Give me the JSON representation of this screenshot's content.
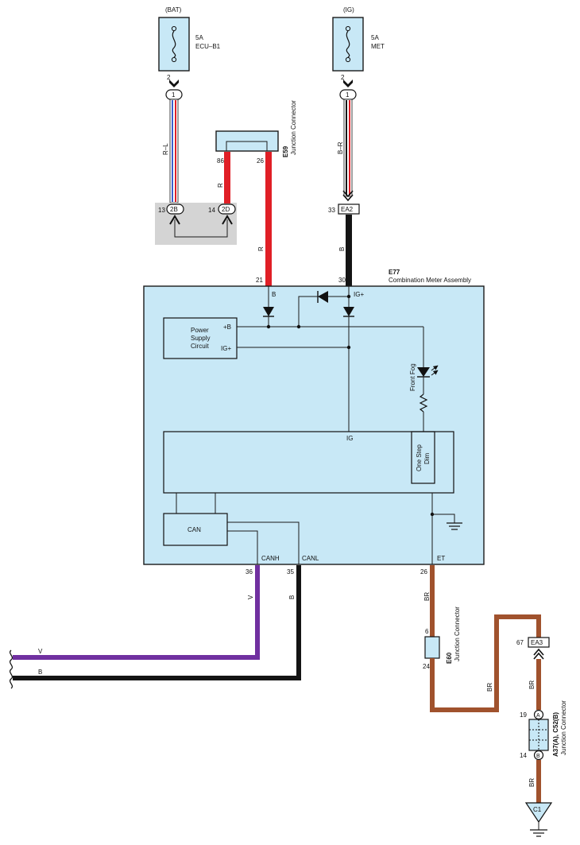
{
  "colors": {
    "component_fill": "#c8e8f6",
    "splice_box": "#d4d4d4",
    "wire_red": "#e01f26",
    "wire_black": "#141414",
    "wire_violet": "#7030a0",
    "wire_brown": "#a0522d",
    "wire_rl_red": "#e01f26",
    "wire_rl_blue": "#3a5fcd",
    "wire_br_red": "#e01f26"
  },
  "fuses": {
    "bat": {
      "source": "(BAT)",
      "rating": "5A",
      "name": "ECU–B1",
      "pin": "2",
      "connector": "1",
      "icon": "fuse-icon"
    },
    "ig": {
      "source": "(IG)",
      "rating": "5A",
      "name": "MET",
      "pin": "2",
      "connector": "1",
      "icon": "fuse-icon"
    }
  },
  "wires": {
    "rl": "R–L",
    "r_86": "R",
    "r_main": "R",
    "br_ig": "B–R",
    "b_ig": "B",
    "v_can": "V",
    "b_can": "B",
    "br_et": "BR",
    "br_loop": "BR",
    "br_right1": "BR",
    "br_right2": "BR",
    "v_left": "V",
    "b_left": "B"
  },
  "junction_e59": {
    "id": "E59",
    "name": "Junction Connector",
    "pin_left": "86",
    "pin_right": "26"
  },
  "splices": {
    "left": {
      "pin": "13",
      "label": "2B"
    },
    "right": {
      "pin": "14",
      "label": "2D"
    }
  },
  "connector_ea2": {
    "pin": "33",
    "label": "EA2"
  },
  "meter": {
    "id": "E77",
    "name": "Combination Meter Assembly",
    "pin_b": "21",
    "pin_ig": "30",
    "term_b": "B",
    "term_ig": "IG+",
    "psu_label": "Power Supply Circuit",
    "psu_plus_b": "+B",
    "psu_ig": "IG+",
    "front_fog": "Front Fog",
    "ig_label": "IG",
    "one_step_dim": "One Step Dim",
    "can_label": "CAN",
    "canh": "CANH",
    "canl": "CANL",
    "et": "ET",
    "pin_canh": "36",
    "pin_canl": "35",
    "pin_et": "26"
  },
  "junction_e60": {
    "id": "E60",
    "name": "Junction Connector",
    "pin_top": "6",
    "pin_bottom": "24"
  },
  "connector_ea3": {
    "pin": "67",
    "label": "EA3"
  },
  "junction_a37": {
    "id": "A37(A), C52(B)",
    "name": "Junction Connector",
    "pin_a": "19",
    "label_a": "A",
    "pin_b": "14",
    "label_b": "B"
  },
  "ground_c1": {
    "label": "C1"
  }
}
